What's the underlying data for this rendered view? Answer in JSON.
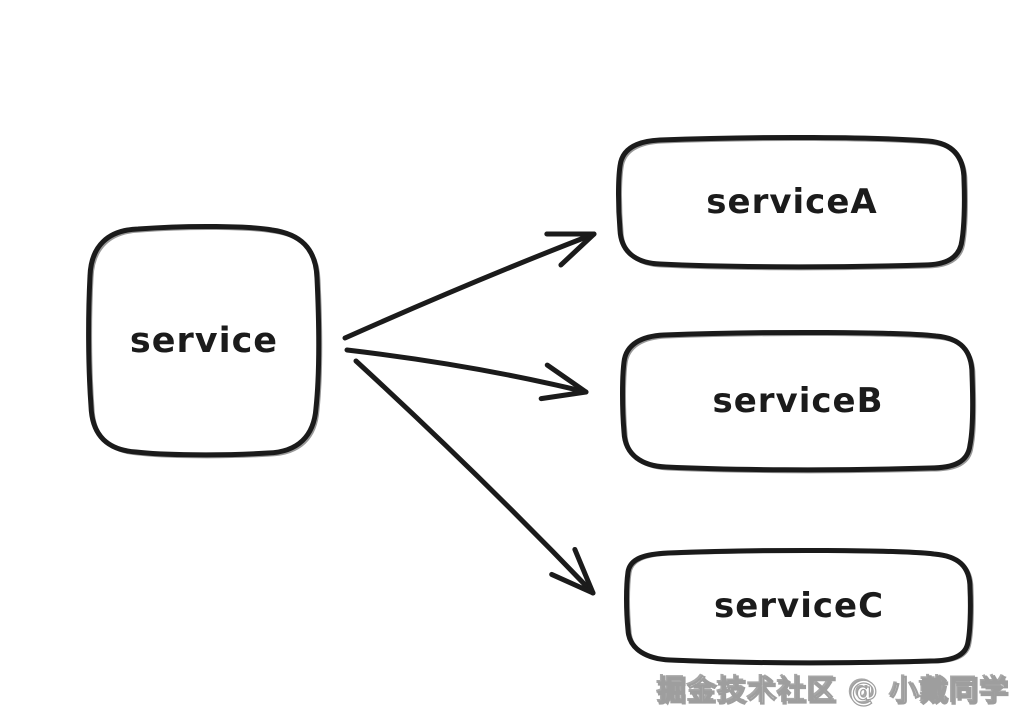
{
  "diagram": {
    "type": "flow",
    "background": "#ffffff",
    "stroke_color": "#1b1b1b",
    "source": {
      "label": "service"
    },
    "targets": [
      {
        "label": "serviceA"
      },
      {
        "label": "serviceB"
      },
      {
        "label": "serviceC"
      }
    ],
    "edges": [
      {
        "from": "service",
        "to": "serviceA"
      },
      {
        "from": "service",
        "to": "serviceB"
      },
      {
        "from": "service",
        "to": "serviceC"
      }
    ]
  },
  "watermark": {
    "text": "掘金技术社区 @ 小戴同学"
  }
}
